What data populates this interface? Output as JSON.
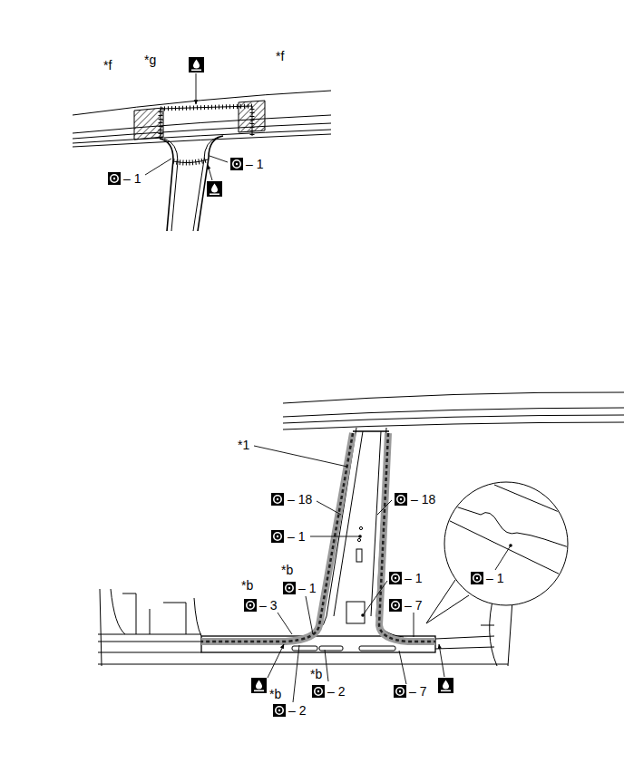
{
  "diagram": {
    "labels": [
      "*f",
      "*g",
      "*f",
      "– 1",
      "– 1",
      "*1",
      "– 18",
      "– 18",
      "– 1",
      "*b",
      "– 3",
      "*b",
      "– 1",
      "– 1",
      "– 7",
      "– 1",
      "*b",
      "– 2",
      "*b",
      "– 2",
      "– 7"
    ]
  }
}
